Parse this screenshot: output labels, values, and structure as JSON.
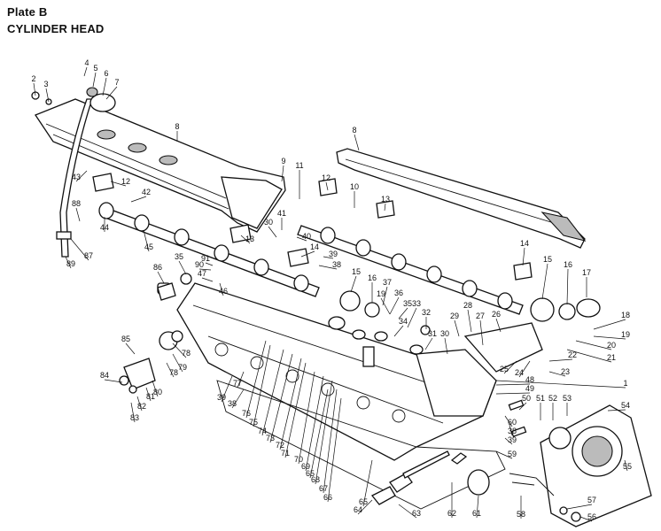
{
  "header": {
    "plate": "Plate B",
    "title": "CYLINDER HEAD"
  },
  "callouts": [
    {
      "id": "c2",
      "label": "2"
    },
    {
      "id": "c3",
      "label": "3"
    },
    {
      "id": "c4",
      "label": "4"
    },
    {
      "id": "c5",
      "label": "5"
    },
    {
      "id": "c6",
      "label": "6"
    },
    {
      "id": "c7",
      "label": "7"
    },
    {
      "id": "c8a",
      "label": "8"
    },
    {
      "id": "c8b",
      "label": "8"
    },
    {
      "id": "c9",
      "label": "9"
    },
    {
      "id": "c10",
      "label": "10"
    },
    {
      "id": "c11",
      "label": "11"
    },
    {
      "id": "c12a",
      "label": "12"
    },
    {
      "id": "c12b",
      "label": "12"
    },
    {
      "id": "c13a",
      "label": "13"
    },
    {
      "id": "c13b",
      "label": "13"
    },
    {
      "id": "c14a",
      "label": "14"
    },
    {
      "id": "c14b",
      "label": "14"
    },
    {
      "id": "c15a",
      "label": "15"
    },
    {
      "id": "c15b",
      "label": "15"
    },
    {
      "id": "c16a",
      "label": "16"
    },
    {
      "id": "c16b",
      "label": "16"
    },
    {
      "id": "c17",
      "label": "17"
    },
    {
      "id": "c18",
      "label": "18"
    },
    {
      "id": "c19a",
      "label": "19"
    },
    {
      "id": "c19b",
      "label": "19"
    },
    {
      "id": "c20",
      "label": "20"
    },
    {
      "id": "c21",
      "label": "21"
    },
    {
      "id": "c22",
      "label": "22"
    },
    {
      "id": "c23",
      "label": "23"
    },
    {
      "id": "c24",
      "label": "24"
    },
    {
      "id": "c25",
      "label": "25"
    },
    {
      "id": "c26",
      "label": "26"
    },
    {
      "id": "c27",
      "label": "27"
    },
    {
      "id": "c28",
      "label": "28"
    },
    {
      "id": "c29",
      "label": "29"
    },
    {
      "id": "c30a",
      "label": "30"
    },
    {
      "id": "c30b",
      "label": "30"
    },
    {
      "id": "c31",
      "label": "31"
    },
    {
      "id": "c32",
      "label": "32"
    },
    {
      "id": "c33",
      "label": "33"
    },
    {
      "id": "c34",
      "label": "34"
    },
    {
      "id": "c35a",
      "label": "35"
    },
    {
      "id": "c35b",
      "label": "35"
    },
    {
      "id": "c36",
      "label": "36"
    },
    {
      "id": "c37",
      "label": "37"
    },
    {
      "id": "c38a",
      "label": "38"
    },
    {
      "id": "c38b",
      "label": "38"
    },
    {
      "id": "c38c",
      "label": "38"
    },
    {
      "id": "c39a",
      "label": "39"
    },
    {
      "id": "c39b",
      "label": "39"
    },
    {
      "id": "c39c",
      "label": "39"
    },
    {
      "id": "c40",
      "label": "40"
    },
    {
      "id": "c41",
      "label": "41"
    },
    {
      "id": "c42",
      "label": "42"
    },
    {
      "id": "c43",
      "label": "43"
    },
    {
      "id": "c44",
      "label": "44"
    },
    {
      "id": "c45",
      "label": "45"
    },
    {
      "id": "c46",
      "label": "46"
    },
    {
      "id": "c47",
      "label": "47"
    },
    {
      "id": "c48",
      "label": "48"
    },
    {
      "id": "c49",
      "label": "49"
    },
    {
      "id": "c50",
      "label": "50"
    },
    {
      "id": "c51",
      "label": "51"
    },
    {
      "id": "c52",
      "label": "52"
    },
    {
      "id": "c53",
      "label": "53"
    },
    {
      "id": "c54",
      "label": "54"
    },
    {
      "id": "c55",
      "label": "55"
    },
    {
      "id": "c56",
      "label": "56"
    },
    {
      "id": "c57",
      "label": "57"
    },
    {
      "id": "c58",
      "label": "58"
    },
    {
      "id": "c59",
      "label": "59"
    },
    {
      "id": "c60",
      "label": "60"
    },
    {
      "id": "c61",
      "label": "61"
    },
    {
      "id": "c62",
      "label": "62"
    },
    {
      "id": "c63",
      "label": "63"
    },
    {
      "id": "c64",
      "label": "64"
    },
    {
      "id": "c65a",
      "label": "65"
    },
    {
      "id": "c65b",
      "label": "65"
    },
    {
      "id": "c66",
      "label": "66"
    },
    {
      "id": "c67",
      "label": "67"
    },
    {
      "id": "c68",
      "label": "68"
    },
    {
      "id": "c69",
      "label": "69"
    },
    {
      "id": "c70",
      "label": "70"
    },
    {
      "id": "c71",
      "label": "71"
    },
    {
      "id": "c72",
      "label": "72"
    },
    {
      "id": "c73",
      "label": "73"
    },
    {
      "id": "c74",
      "label": "74"
    },
    {
      "id": "c75",
      "label": "75"
    },
    {
      "id": "c76",
      "label": "76"
    },
    {
      "id": "c77",
      "label": "77"
    },
    {
      "id": "c78a",
      "label": "78"
    },
    {
      "id": "c78b",
      "label": "78"
    },
    {
      "id": "c79",
      "label": "79"
    },
    {
      "id": "c80",
      "label": "80"
    },
    {
      "id": "c81",
      "label": "81"
    },
    {
      "id": "c82",
      "label": "82"
    },
    {
      "id": "c83",
      "label": "83"
    },
    {
      "id": "c84",
      "label": "84"
    },
    {
      "id": "c85",
      "label": "85"
    },
    {
      "id": "c86",
      "label": "86"
    },
    {
      "id": "c87",
      "label": "87"
    },
    {
      "id": "c88",
      "label": "88"
    },
    {
      "id": "c89",
      "label": "89"
    },
    {
      "id": "c90",
      "label": "90"
    },
    {
      "id": "c91",
      "label": "91"
    },
    {
      "id": "c1",
      "label": "1"
    }
  ]
}
